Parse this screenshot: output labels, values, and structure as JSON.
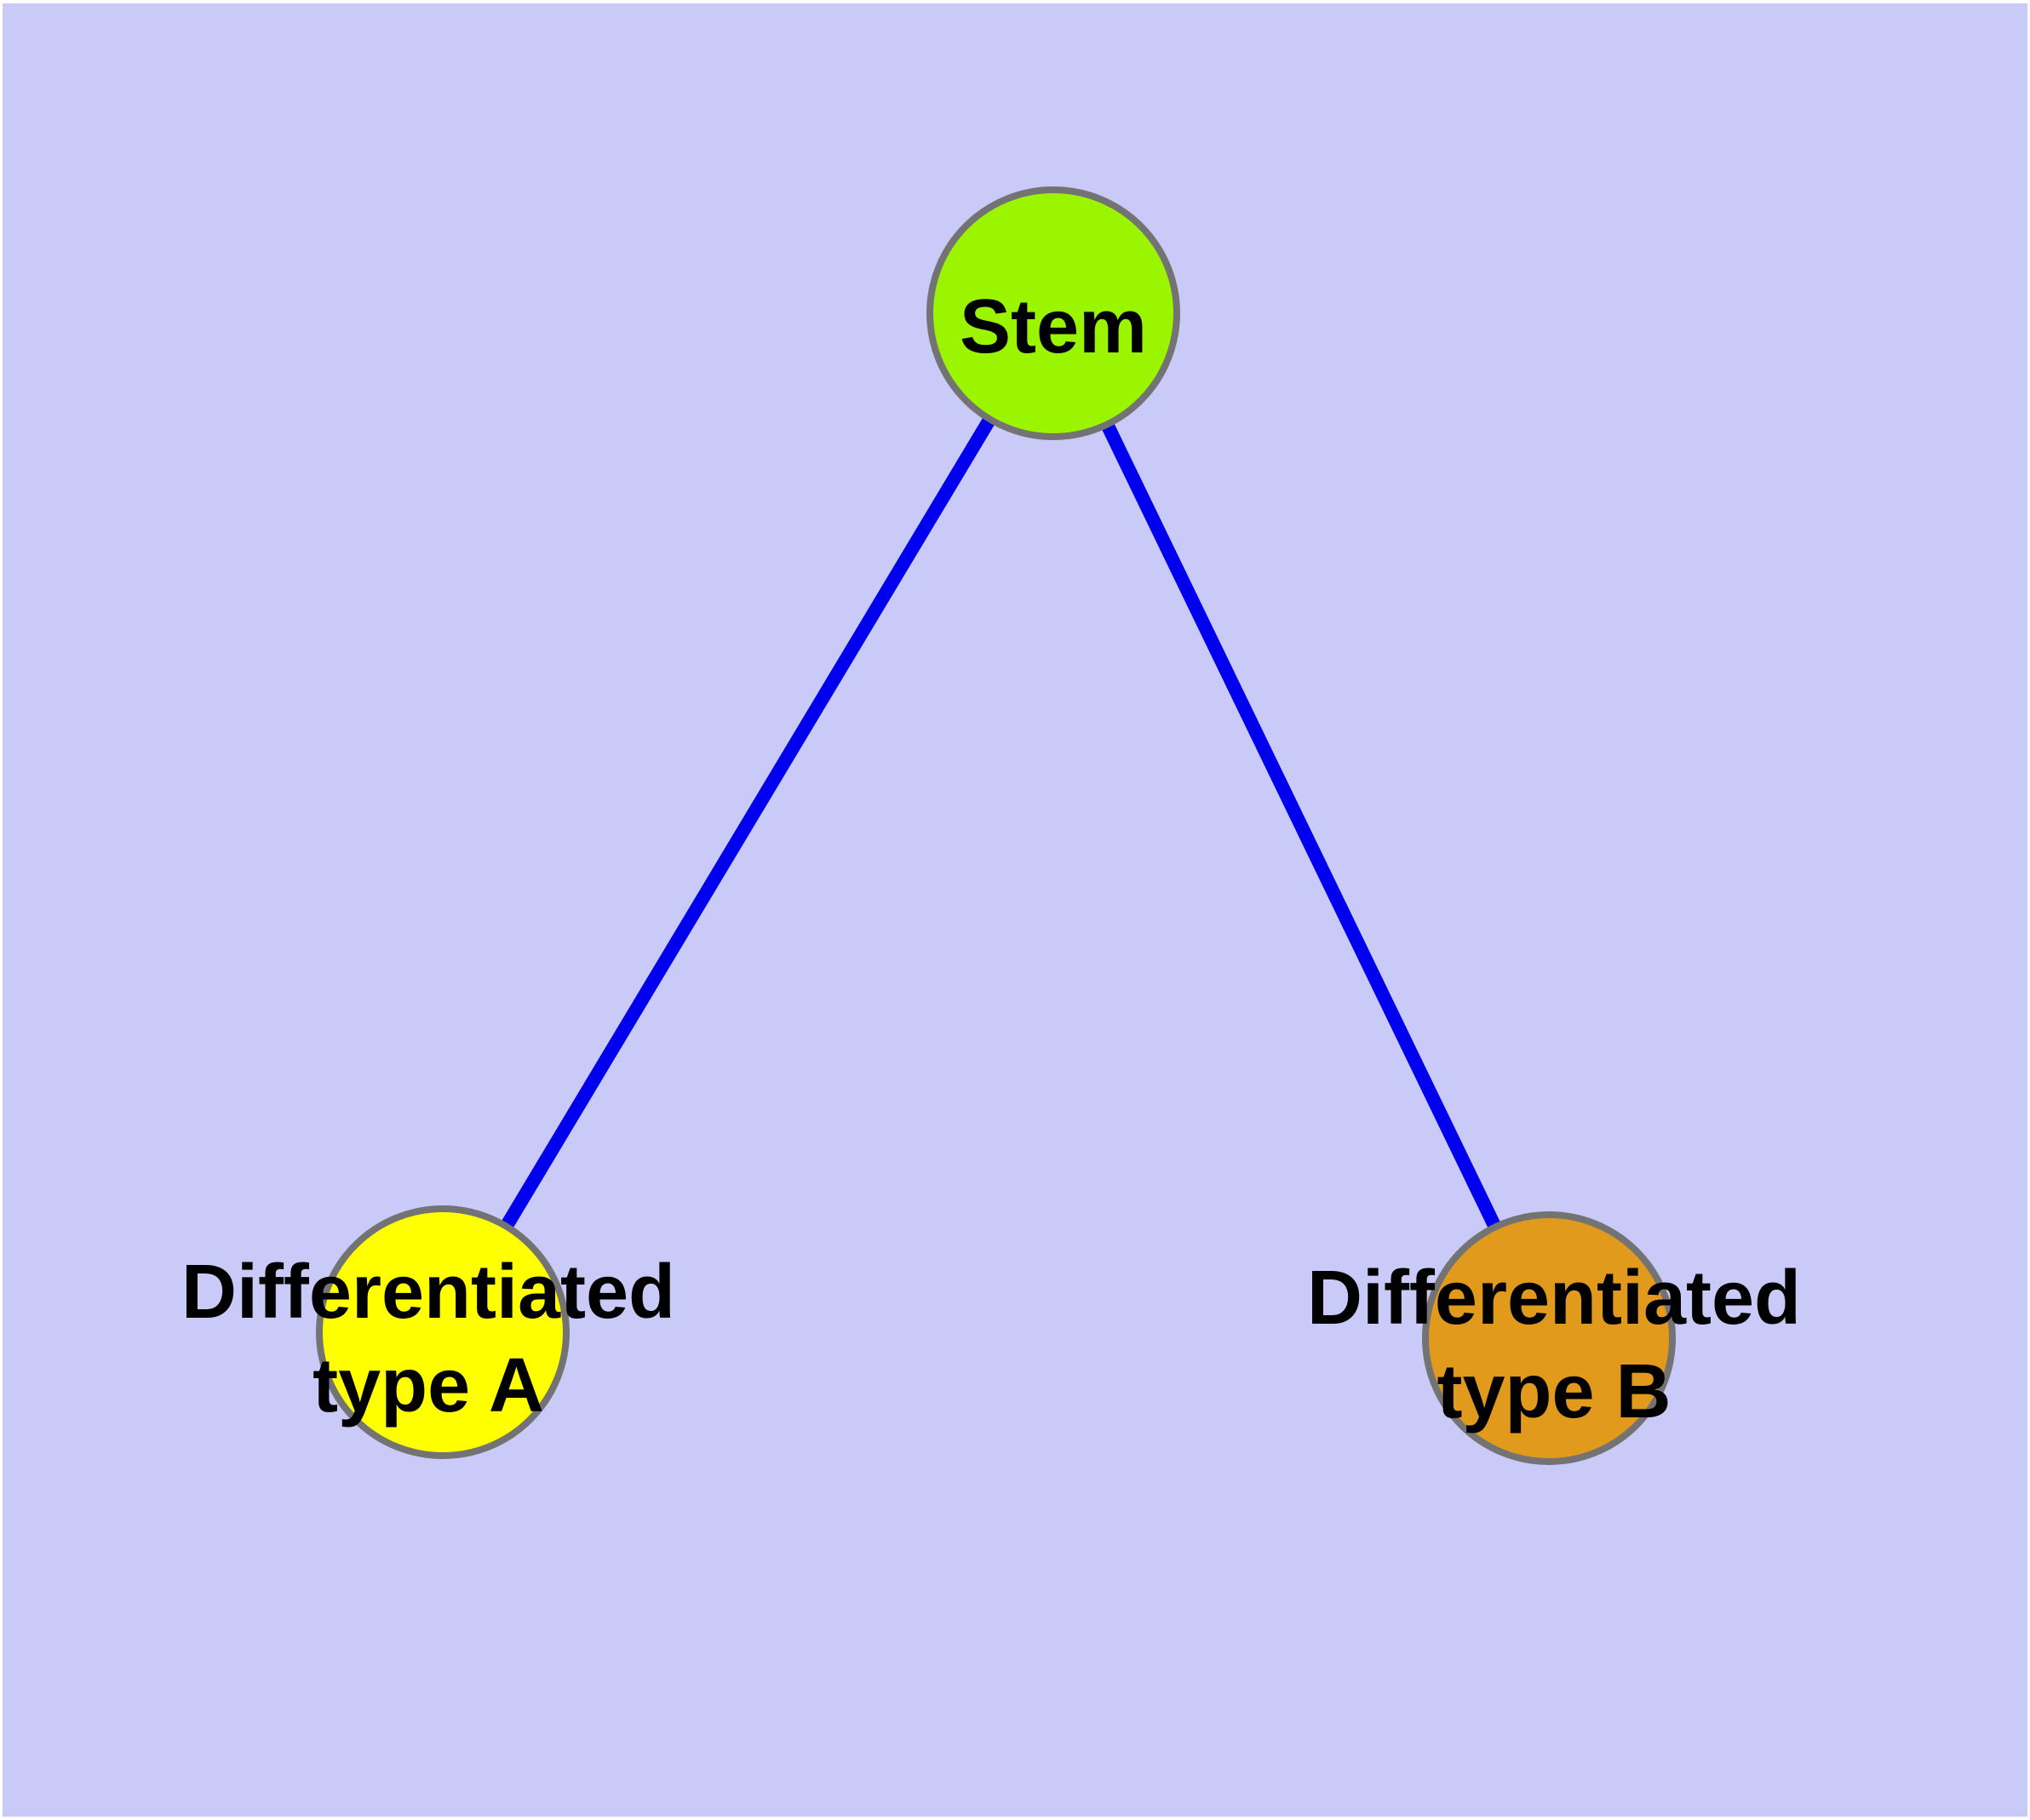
{
  "figure": {
    "type": "network-diagram",
    "background_color": "#CACAF8",
    "margin_color": "#FFFFFF",
    "edge_color": "#0000EE",
    "node_border_color": "#737373",
    "label_color": "#000000",
    "nodes": {
      "stem": {
        "label": "Stem",
        "fill": "#9BF500"
      },
      "type_a": {
        "label_line1": "Differentiated",
        "label_line2": "type A",
        "fill": "#FFFF00"
      },
      "type_b": {
        "label_line1": "Differentiated",
        "label_line2": "type B",
        "fill": "#E29A1D"
      }
    },
    "edges": [
      {
        "from": "Stem",
        "to": "Differentiated type A"
      },
      {
        "from": "Stem",
        "to": "Differentiated type B"
      }
    ]
  }
}
